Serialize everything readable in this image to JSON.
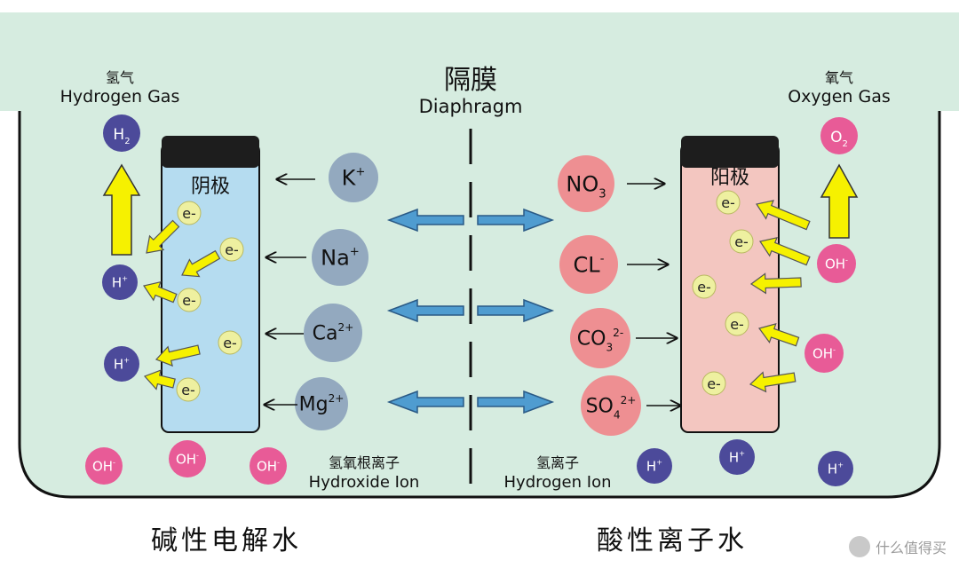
{
  "diaphragm": {
    "zh": "隔膜",
    "en": "Diaphragm"
  },
  "cathode_label": "阴极",
  "anode_label": "阳极",
  "hydrogen_gas": {
    "zh": "氢气",
    "en": "Hydrogen Gas",
    "symbol": "H",
    "sub": "2"
  },
  "oxygen_gas": {
    "zh": "氧气",
    "en": "Oxygen Gas",
    "symbol": "O",
    "sub": "2"
  },
  "cations": [
    {
      "base": "K",
      "sup": "+"
    },
    {
      "base": "Na",
      "sup": "+"
    },
    {
      "base": "Ca",
      "sup": "2+"
    },
    {
      "base": "Mg",
      "sup": "2+"
    }
  ],
  "anions": [
    {
      "base": "NO",
      "sub": "3",
      "sup": ""
    },
    {
      "base": "CL",
      "sub": "",
      "sup": "-"
    },
    {
      "base": "CO",
      "sub": "3",
      "sup": "2-"
    },
    {
      "base": "SO",
      "sub": "4",
      "sup": "2+"
    }
  ],
  "electron": "e-",
  "hydrogen_ion": {
    "base": "H",
    "sup": "+"
  },
  "hydroxide_ion": {
    "base": "OH",
    "sup": "-"
  },
  "hydroxide_label": {
    "zh": "氢氧根离子",
    "en": "Hydroxide Ion"
  },
  "hydrogen_ion_label": {
    "zh": "氢离子",
    "en": "Hydrogen Ion"
  },
  "alkaline_caption": "碱性电解水",
  "acidic_caption": "酸性离子水",
  "watermark": "什么值得买",
  "colors": {
    "water": "#d6ece0",
    "cathode": "#b5dcf0",
    "anode": "#f3c6c0",
    "cation": "#93a9bf",
    "anion": "#ee8f92",
    "h_ion": "#4c4a9a",
    "oh_ion": "#e85b97",
    "electron": "#eef0a0",
    "arrow_yellow": "#f6f100",
    "arrow_blue": "#4f9cd0"
  }
}
